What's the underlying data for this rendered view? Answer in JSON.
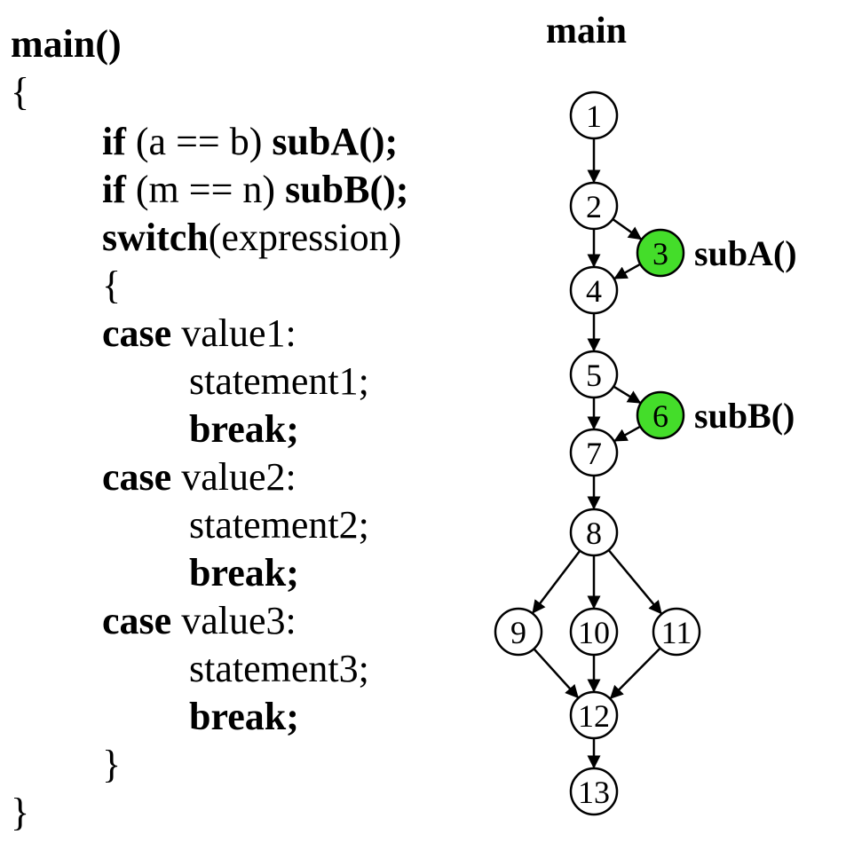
{
  "code": [
    {
      "parts": [
        {
          "t": "main()",
          "b": true
        }
      ]
    },
    {
      "parts": [
        {
          "t": "{",
          "b": false
        }
      ]
    },
    {
      "parts": [
        {
          "t": "if",
          "b": true
        },
        {
          "t": " (a == b) ",
          "b": false
        },
        {
          "t": "subA();",
          "b": true
        }
      ]
    },
    {
      "parts": [
        {
          "t": "if",
          "b": true
        },
        {
          "t": " (m == n) ",
          "b": false
        },
        {
          "t": "subB();",
          "b": true
        }
      ]
    },
    {
      "parts": [
        {
          "t": "switch",
          "b": true
        },
        {
          "t": "(expression)",
          "b": false
        }
      ]
    },
    {
      "parts": [
        {
          "t": "{",
          "b": false
        }
      ]
    },
    {
      "parts": [
        {
          "t": "case",
          "b": true
        },
        {
          "t": " value1:",
          "b": false
        }
      ]
    },
    {
      "parts": [
        {
          "t": "statement1;",
          "b": false
        }
      ]
    },
    {
      "parts": [
        {
          "t": "break;",
          "b": true
        }
      ]
    },
    {
      "parts": [
        {
          "t": "case",
          "b": true
        },
        {
          "t": " value2:",
          "b": false
        }
      ]
    },
    {
      "parts": [
        {
          "t": "statement2;",
          "b": false
        }
      ]
    },
    {
      "parts": [
        {
          "t": "break;",
          "b": true
        }
      ]
    },
    {
      "parts": [
        {
          "t": "case",
          "b": true
        },
        {
          "t": " value3:",
          "b": false
        }
      ]
    },
    {
      "parts": [
        {
          "t": "statement3;",
          "b": false
        }
      ]
    },
    {
      "parts": [
        {
          "t": "break;",
          "b": true
        }
      ]
    },
    {
      "parts": [
        {
          "t": "}",
          "b": false
        }
      ]
    },
    {
      "parts": [
        {
          "t": "}",
          "b": false
        }
      ]
    }
  ],
  "graph": {
    "title": "main",
    "highlight_color": "#44dd2a",
    "nodes": [
      {
        "id": "1",
        "label": "1"
      },
      {
        "id": "2",
        "label": "2"
      },
      {
        "id": "3",
        "label": "3",
        "highlight": true,
        "side_label": "subA()"
      },
      {
        "id": "4",
        "label": "4"
      },
      {
        "id": "5",
        "label": "5"
      },
      {
        "id": "6",
        "label": "6",
        "highlight": true,
        "side_label": "subB()"
      },
      {
        "id": "7",
        "label": "7"
      },
      {
        "id": "8",
        "label": "8"
      },
      {
        "id": "9",
        "label": "9"
      },
      {
        "id": "10",
        "label": "10"
      },
      {
        "id": "11",
        "label": "11"
      },
      {
        "id": "12",
        "label": "12"
      },
      {
        "id": "13",
        "label": "13"
      }
    ],
    "edges": [
      [
        "1",
        "2"
      ],
      [
        "2",
        "3"
      ],
      [
        "2",
        "4"
      ],
      [
        "3",
        "4"
      ],
      [
        "4",
        "5"
      ],
      [
        "5",
        "6"
      ],
      [
        "5",
        "7"
      ],
      [
        "6",
        "7"
      ],
      [
        "7",
        "8"
      ],
      [
        "8",
        "9"
      ],
      [
        "8",
        "10"
      ],
      [
        "8",
        "11"
      ],
      [
        "9",
        "12"
      ],
      [
        "10",
        "12"
      ],
      [
        "11",
        "12"
      ],
      [
        "12",
        "13"
      ]
    ]
  }
}
